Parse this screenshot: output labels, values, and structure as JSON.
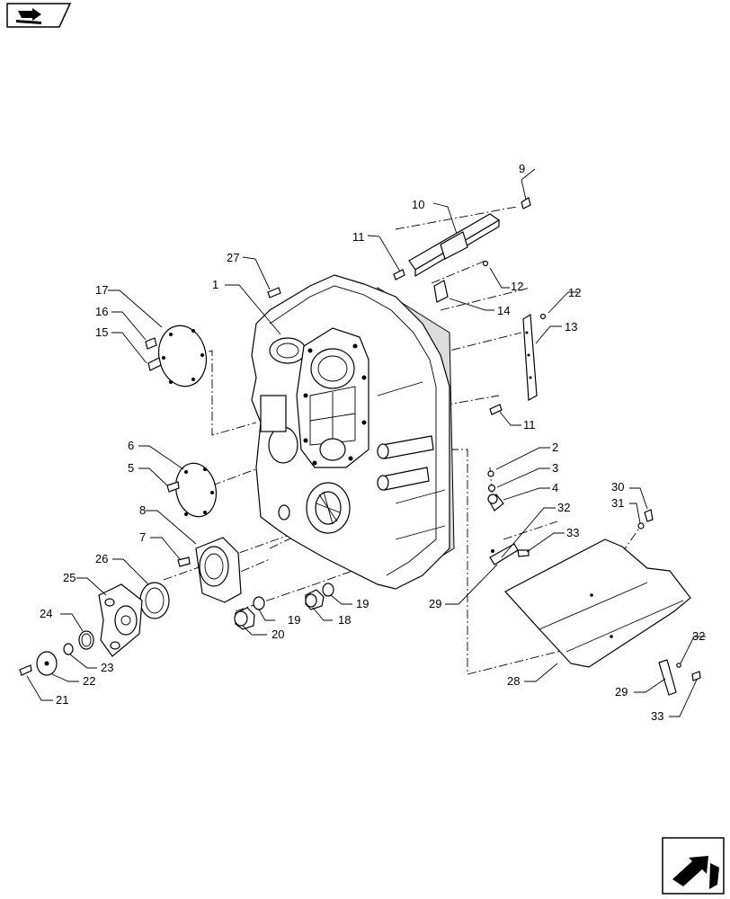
{
  "navigation": {
    "top_left_icon": "book-arrow-icon",
    "bottom_right_icon": "next-page-arrow-icon"
  },
  "callouts": {
    "c1": "1",
    "c2": "2",
    "c3": "3",
    "c4": "4",
    "c5": "5",
    "c6": "6",
    "c7": "7",
    "c8": "8",
    "c9": "9",
    "c10": "10",
    "c11a": "11",
    "c11b": "11",
    "c12a": "12",
    "c12b": "12",
    "c13": "13",
    "c14": "14",
    "c15": "15",
    "c16": "16",
    "c17": "17",
    "c18": "18",
    "c19a": "19",
    "c19b": "19",
    "c20": "20",
    "c21": "21",
    "c22": "22",
    "c23": "23",
    "c24": "24",
    "c25": "25",
    "c26": "26",
    "c27": "27",
    "c28": "28",
    "c29a": "29",
    "c29b": "29",
    "c30": "30",
    "c31": "31",
    "c32a": "32",
    "c32b": "32",
    "c33a": "33",
    "c33b": "33"
  }
}
